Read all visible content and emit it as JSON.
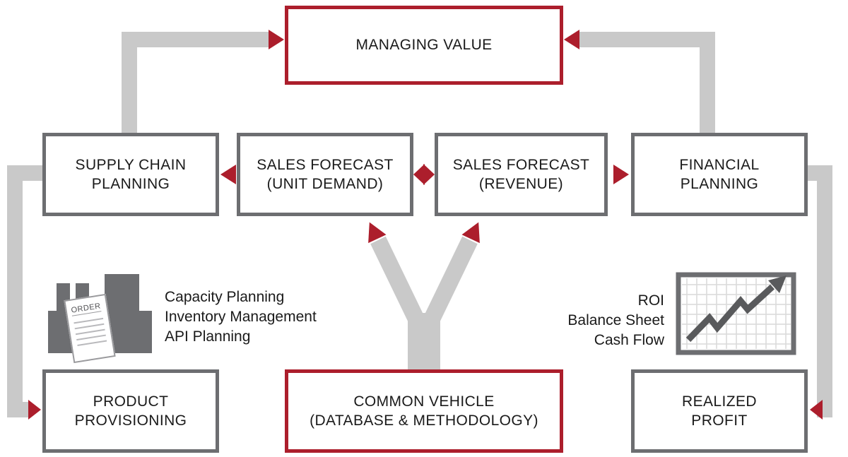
{
  "colors": {
    "accent_red": "#ac1e2c",
    "box_border_gray": "#6d6e71",
    "connector_gray": "#c9c9c9",
    "icon_gray": "#6d6e71",
    "text": "#1a1a1a"
  },
  "boxes": {
    "managing_value": {
      "label": "MANAGING VALUE"
    },
    "supply_chain_planning": {
      "label": "SUPPLY CHAIN\nPLANNING"
    },
    "sales_forecast_unit": {
      "label": "SALES FORECAST\n(UNIT DEMAND)"
    },
    "sales_forecast_revenue": {
      "label": "SALES FORECAST\n(REVENUE)"
    },
    "financial_planning": {
      "label": "FINANCIAL\nPLANNING"
    },
    "product_provisioning": {
      "label": "PRODUCT\nPROVISIONING"
    },
    "common_vehicle": {
      "label": "COMMON VEHICLE\n(DATABASE & METHODOLOGY)"
    },
    "realized_profit": {
      "label": "REALIZED\nPROFIT"
    }
  },
  "annotations": {
    "supply_side": "Capacity Planning\nInventory Management\nAPI Planning",
    "financial_side": "ROI\nBalance Sheet\nCash Flow",
    "order_document": "ORDER"
  },
  "icons": {
    "factory": "factory-order-icon",
    "growth_chart": "growth-chart-icon"
  }
}
